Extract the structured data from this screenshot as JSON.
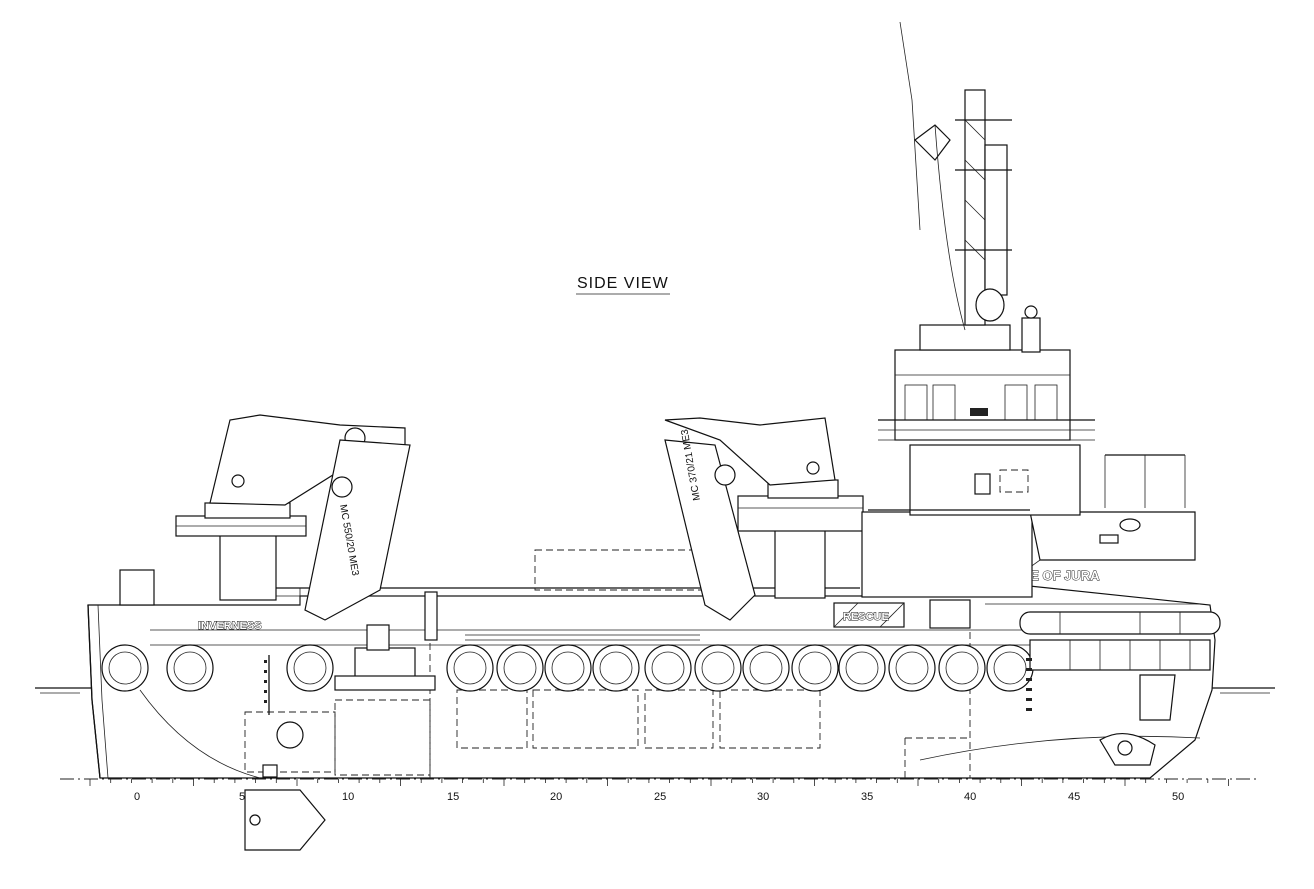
{
  "title": "SIDE VIEW",
  "labels": {
    "inverness": "INVERNESS",
    "rescue": "RESCUE",
    "ship_name": "ISLE OF JURA",
    "crane_aft": "MC 550/20 ME3",
    "crane_fwd": "MC 370/21 ME3"
  },
  "frame_scale": [
    "0",
    "5",
    "10",
    "15",
    "20",
    "25",
    "30",
    "35",
    "40",
    "45",
    "50"
  ]
}
